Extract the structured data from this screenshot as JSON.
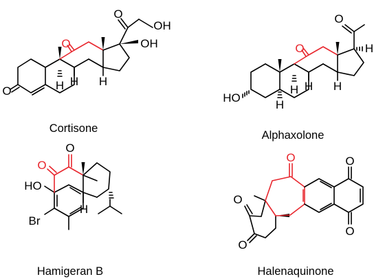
{
  "colors": {
    "bond": "#000000",
    "highlight": "#e8262d",
    "background": "#ffffff"
  },
  "molecules": [
    {
      "name": "Cortisone",
      "atoms": {
        "o_ketone_c11": "O",
        "o_ketone_c20": "O",
        "oh_c21": "OH",
        "oh_c17": "OH",
        "h_c9": "H",
        "h_c8": "H",
        "h_c14": "H",
        "o_ketone_c3": "O"
      }
    },
    {
      "name": "Alphaxolone",
      "atoms": {
        "o_ketone_c11": "O",
        "o_ketone_c20": "O",
        "h_c17": "H",
        "h_c9": "H",
        "h_c8": "H",
        "h_c14": "H",
        "h_c5": "H",
        "ho_c3": "HO"
      }
    },
    {
      "name": "Hamigeran B",
      "atoms": {
        "o_ketone_a": "O",
        "o_ketone_b": "O",
        "ho": "HO",
        "br": "Br",
        "h": "H"
      }
    },
    {
      "name": "Halenaquinone",
      "atoms": {
        "o_furan": "O",
        "o_ketone_top": "O",
        "o_quinone_top": "O",
        "o_quinone_bottom": "O",
        "o_ketone_left": "O"
      }
    }
  ]
}
